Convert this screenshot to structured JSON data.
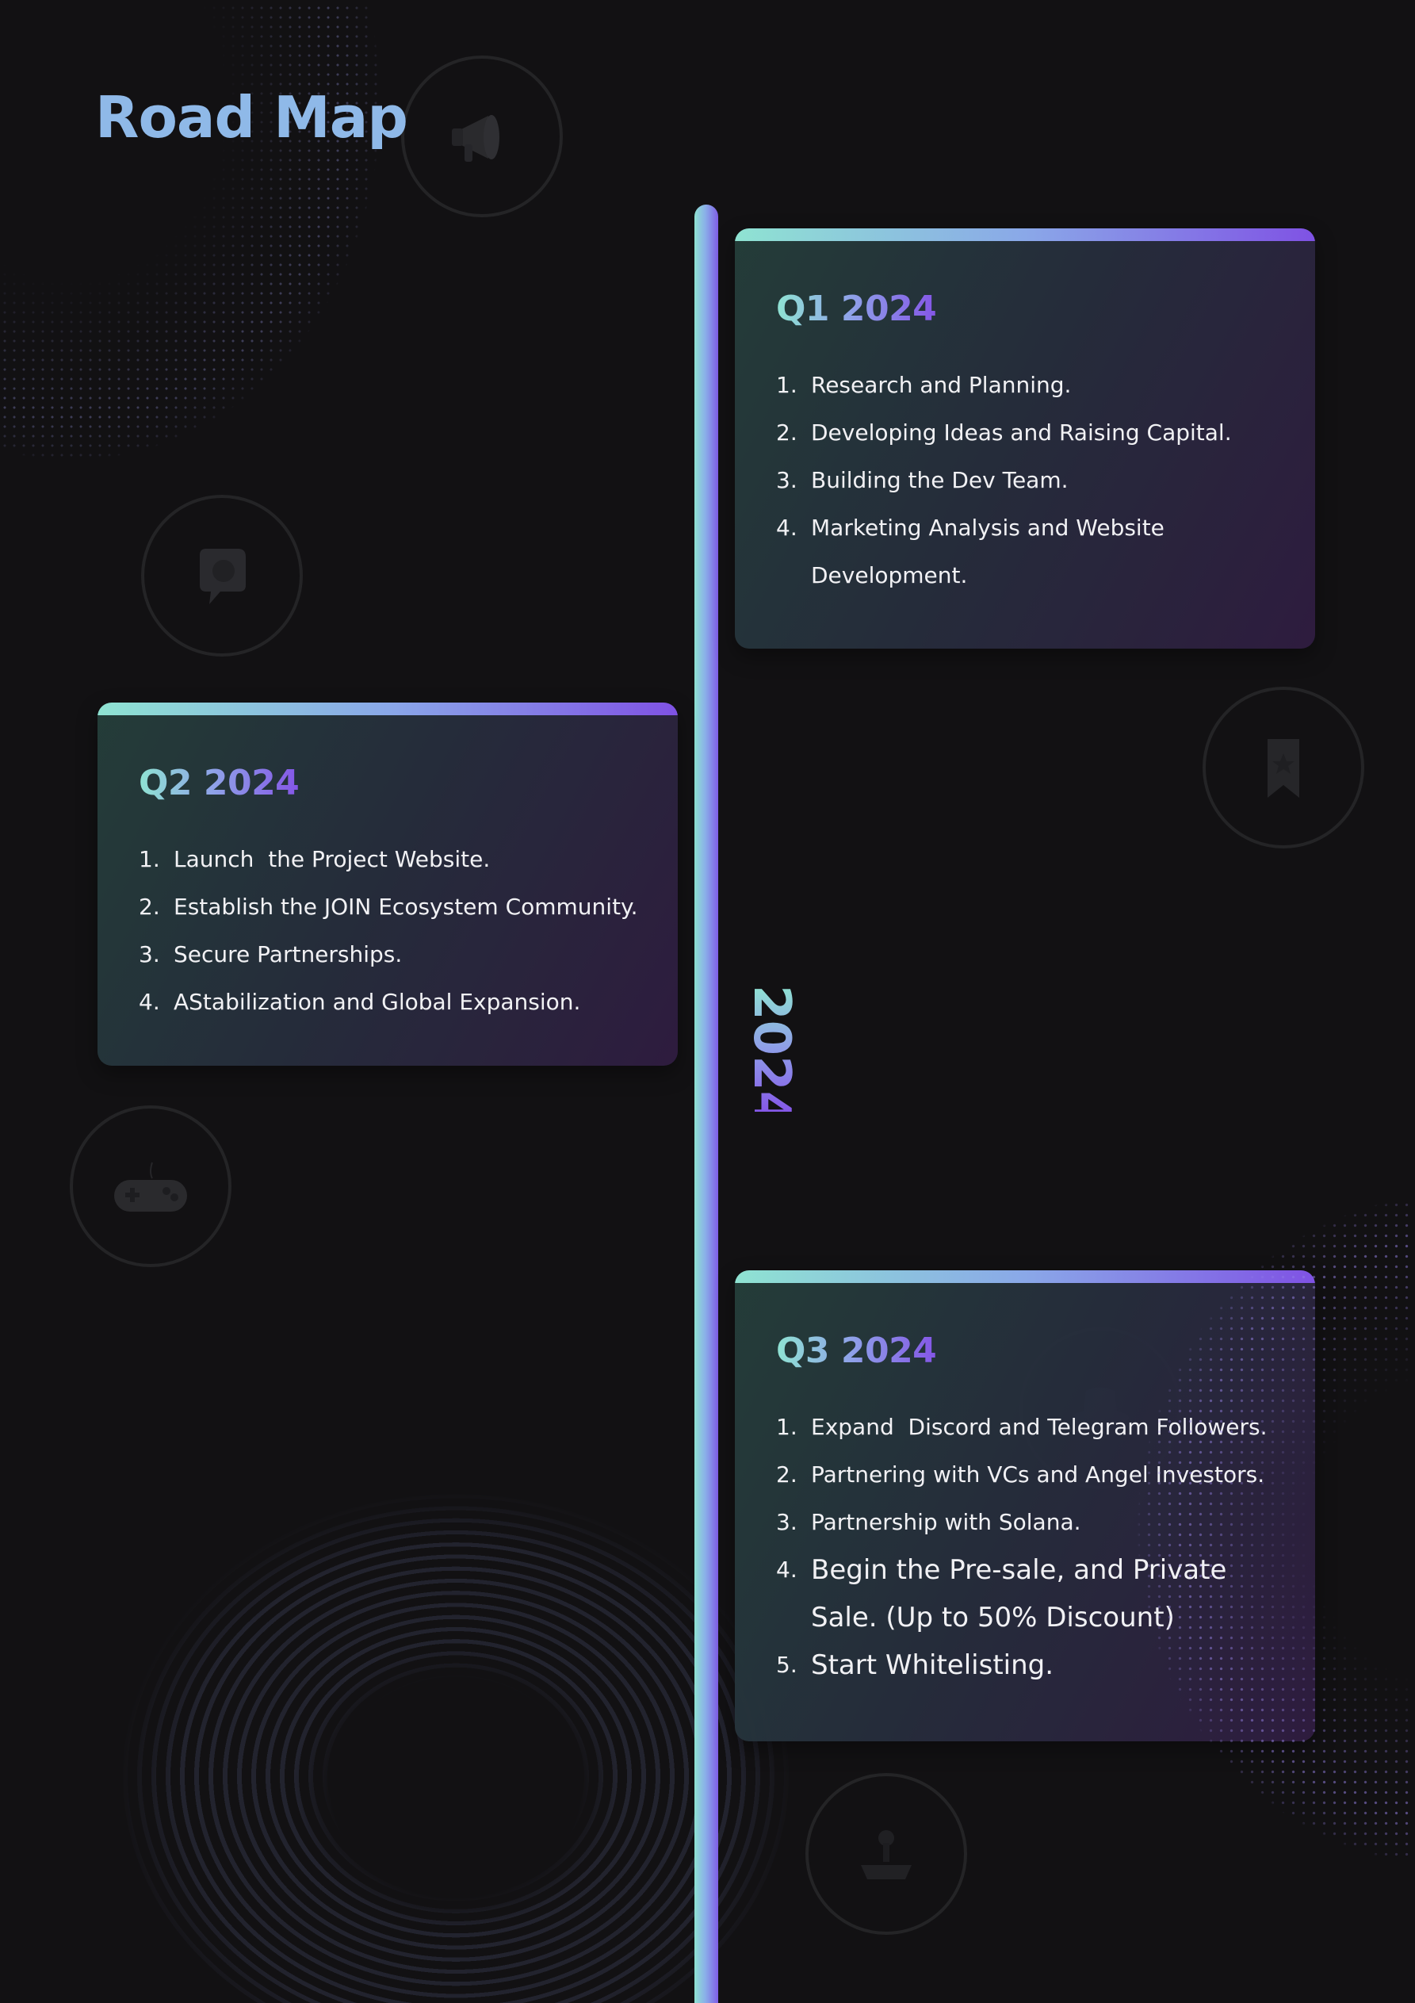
{
  "page": {
    "title": "Road Map",
    "year_label": "2024"
  },
  "colors": {
    "background": "#121113",
    "title": "#8fb9e8",
    "accent_teal": "#8fe3d2",
    "accent_purple": "#7f52e4",
    "card_text": "#f1f1f4"
  },
  "decorative_icons": [
    "megaphone-icon",
    "chat-bubble-icon",
    "bookmark-star-icon",
    "gamepad-icon",
    "hat-icon",
    "joystick-icon"
  ],
  "roadmap": {
    "q1": {
      "title": "Q1 2024",
      "items": [
        {
          "num": "1.",
          "text": "Research and Planning."
        },
        {
          "num": "2.",
          "text": "Developing Ideas and Raising Capital."
        },
        {
          "num": "3.",
          "text": "Building the Dev Team."
        },
        {
          "num": "4.",
          "text": "Marketing Analysis and Website Development."
        }
      ]
    },
    "q2": {
      "title": "Q2 2024",
      "items": [
        {
          "num": "1.",
          "text": "Launch  the Project Website."
        },
        {
          "num": "2.",
          "text": "Establish the JOIN Ecosystem Community."
        },
        {
          "num": "3.",
          "text": "Secure Partnerships."
        },
        {
          "num": "4.",
          "text": "AStabilization and Global Expansion."
        }
      ]
    },
    "q3": {
      "title": "Q3 2024",
      "items": [
        {
          "num": "1.",
          "text": "Expand  Discord and Telegram Followers."
        },
        {
          "num": "2.",
          "text": "Partnering with VCs and Angel Investors."
        },
        {
          "num": "3.",
          "text": "Partnership with Solana."
        },
        {
          "num": "4.",
          "text": "Begin the Pre-sale, and Private Sale. (Up to 50% Discount)"
        },
        {
          "num": "5.",
          "text": "Start Whitelisting."
        }
      ]
    }
  }
}
